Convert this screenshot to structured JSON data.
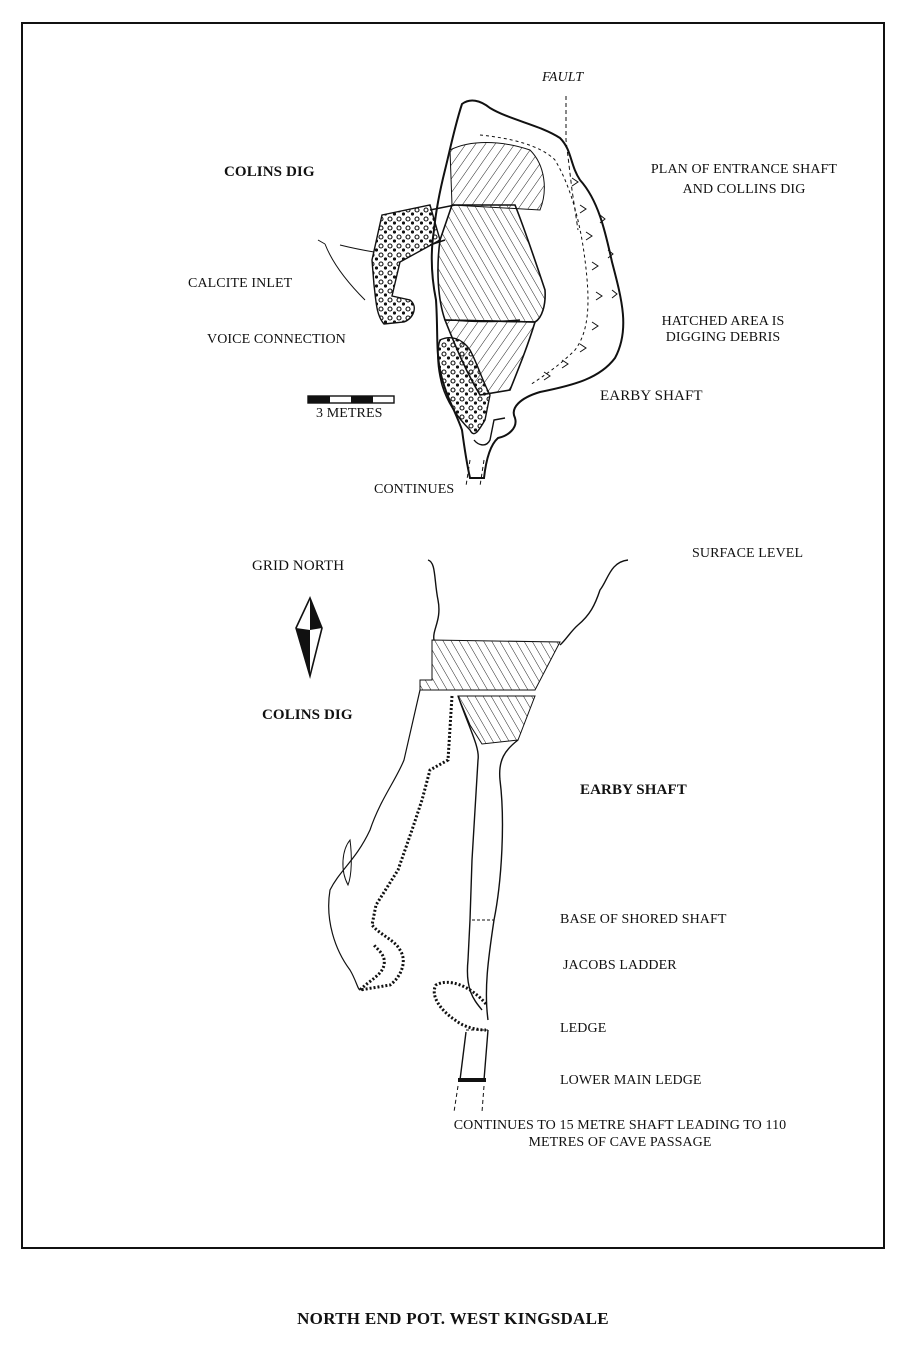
{
  "plan": {
    "fault": "FAULT",
    "colins_dig": "COLINS DIG",
    "title_line1": "PLAN OF ENTRANCE SHAFT",
    "title_line2": "AND COLLINS DIG",
    "calcite_inlet": "CALCITE INLET",
    "voice_connection": "VOICE CONNECTION",
    "hatched_line1": "HATCHED AREA IS",
    "hatched_line2": "DIGGING DEBRIS",
    "earby_shaft": "EARBY SHAFT",
    "scale": "3 METRES",
    "continues": "CONTINUES"
  },
  "section": {
    "grid_north": "GRID NORTH",
    "surface_level": "SURFACE LEVEL",
    "colins_dig": "COLINS DIG",
    "earby_shaft": "EARBY SHAFT",
    "base_of_shored_shaft": "BASE OF SHORED SHAFT",
    "jacobs_ladder": "JACOBS LADDER",
    "ledge": "LEDGE",
    "lower_main_ledge": "LOWER MAIN LEDGE",
    "continues_line1": "CONTINUES TO 15 METRE SHAFT LEADING TO 110",
    "continues_line2": "METRES OF CAVE PASSAGE"
  },
  "footer_title": "NORTH END POT. WEST KINGSDALE"
}
